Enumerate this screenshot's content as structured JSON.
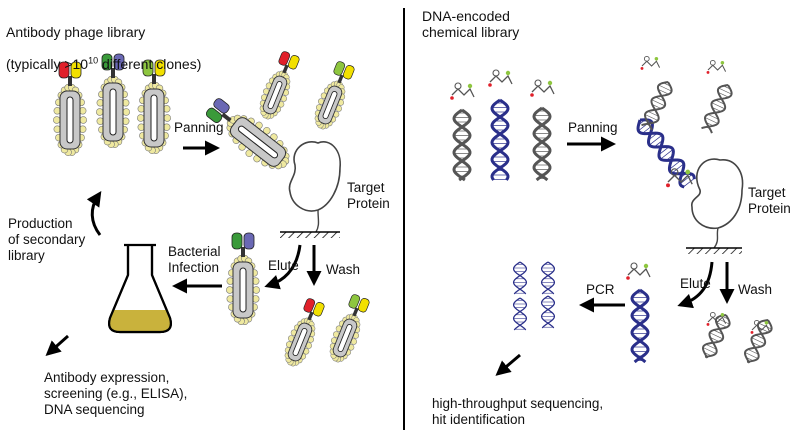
{
  "left_panel": {
    "title_line1": "Antibody phage library",
    "title_line2_prefix": "(typically >10",
    "title_line2_exponent": "10",
    "title_line2_suffix": " different clones)",
    "panning": "Panning",
    "target_protein": "Target\nProtein",
    "elute": "Elute",
    "wash": "Wash",
    "bacterial_infection": "Bacterial\nInfection",
    "production": "Production\nof secondary\nlibrary",
    "downstream": "Antibody expression,\nscreening (e.g., ELISA),\nDNA sequencing"
  },
  "right_panel": {
    "title": "DNA-encoded\nchemical library",
    "panning": "Panning",
    "target_protein": "Target\nProtein",
    "elute": "Elute",
    "wash": "Wash",
    "pcr": "PCR",
    "downstream": "high-throughput sequencing,\nhit identification"
  },
  "colors": {
    "phage_bead": "#efe9a0",
    "phage_body": "#c8c8c8",
    "dna_grey": "#555555",
    "dna_blue": "#2a2f8a",
    "flask_liquid": "#c9b23c",
    "antibody_red": "#e0202a",
    "antibody_green": "#3a9a3a",
    "antibody_yellow": "#f2e000",
    "antibody_purple": "#6a68b4",
    "antibody_lightgreen": "#8ec63f"
  }
}
